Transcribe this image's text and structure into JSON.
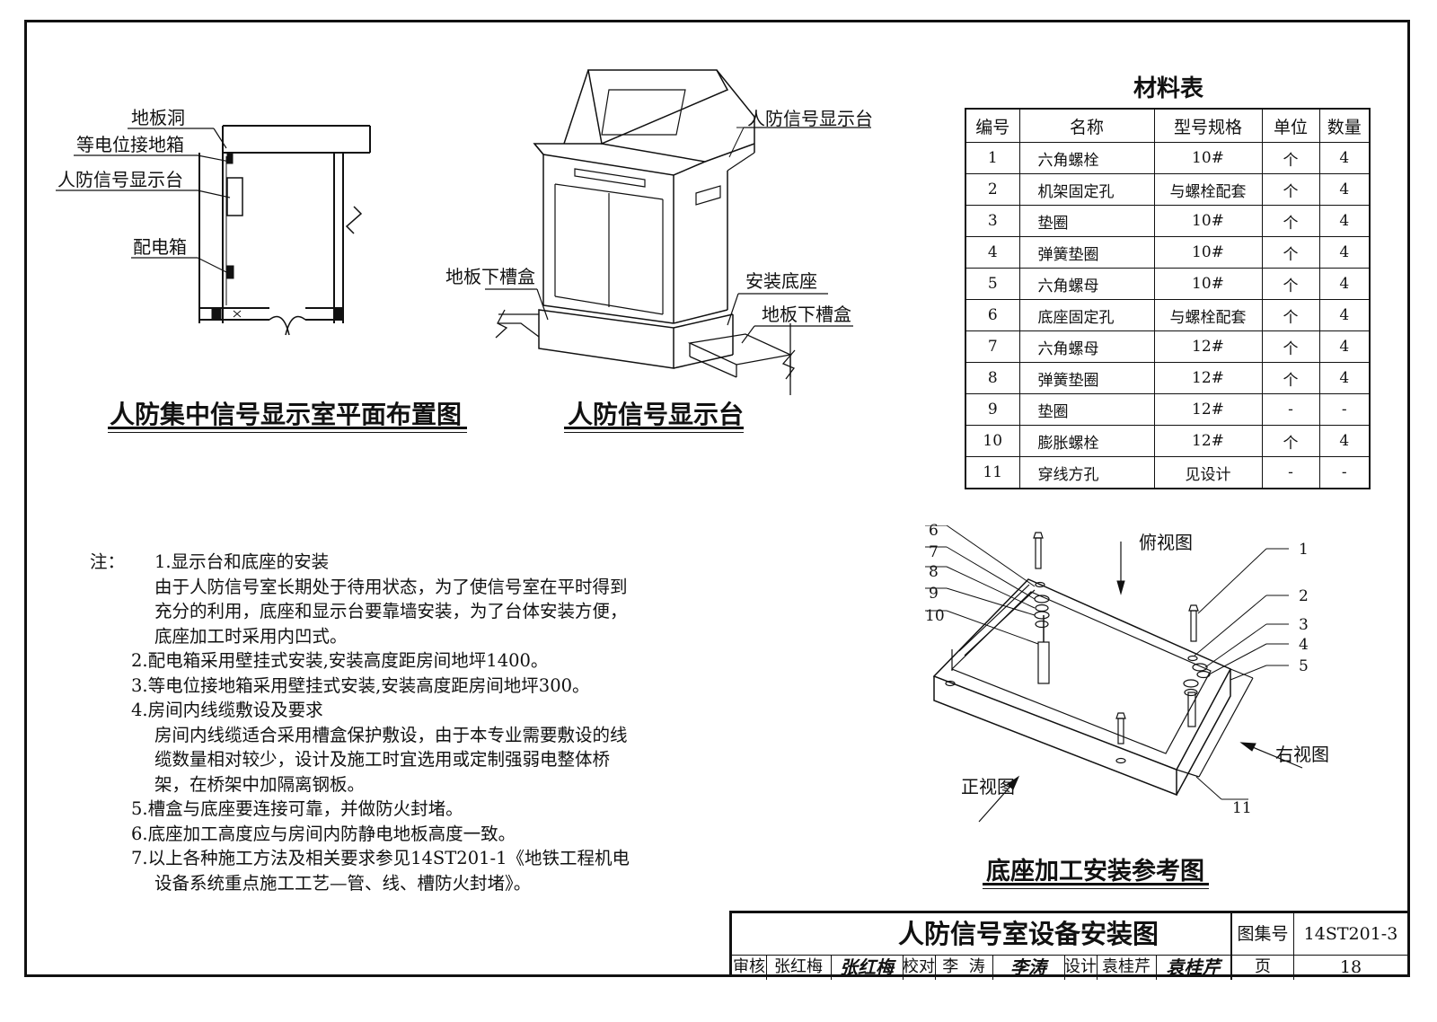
{
  "plan": {
    "labels": {
      "floor_hole": "地板洞",
      "equipotential_box": "等电位接地箱",
      "display_console": "人防信号显示台",
      "distribution_box": "配电箱"
    },
    "title": "人防集中信号显示室平面布置图"
  },
  "console": {
    "labels": {
      "display_console": "人防信号显示台",
      "underfloor_trough_left": "地板下槽盒",
      "mounting_base": "安装底座",
      "underfloor_trough_right": "地板下槽盒"
    },
    "title": "人防信号显示台"
  },
  "materials": {
    "title": "材料表",
    "headers": [
      "编号",
      "名称",
      "型号规格",
      "单位",
      "数量"
    ],
    "rows": [
      [
        "1",
        "六角螺栓",
        "10#",
        "个",
        "4"
      ],
      [
        "2",
        "机架固定孔",
        "与螺栓配套",
        "个",
        "4"
      ],
      [
        "3",
        "垫圈",
        "10#",
        "个",
        "4"
      ],
      [
        "4",
        "弹簧垫圈",
        "10#",
        "个",
        "4"
      ],
      [
        "5",
        "六角螺母",
        "10#",
        "个",
        "4"
      ],
      [
        "6",
        "底座固定孔",
        "与螺栓配套",
        "个",
        "4"
      ],
      [
        "7",
        "六角螺母",
        "12#",
        "个",
        "4"
      ],
      [
        "8",
        "弹簧垫圈",
        "12#",
        "个",
        "4"
      ],
      [
        "9",
        "垫圈",
        "12#",
        "-",
        "-"
      ],
      [
        "10",
        "膨胀螺栓",
        "12#",
        "个",
        "4"
      ],
      [
        "11",
        "穿线方孔",
        "见设计",
        "-",
        "-"
      ]
    ]
  },
  "base": {
    "view_labels": {
      "top": "俯视图",
      "right": "右视图",
      "front": "正视图"
    },
    "callouts": [
      "1",
      "2",
      "3",
      "4",
      "5",
      "6",
      "7",
      "8",
      "9",
      "10",
      "11"
    ],
    "title": "底座加工安装参考图"
  },
  "notes": {
    "prefix": "注：",
    "lines": [
      {
        "num": "1.",
        "text": "显示台和底座的安装"
      },
      {
        "num": "",
        "text": "由于人防信号室长期处于待用状态，为了使信号室在平时得到"
      },
      {
        "num": "",
        "text": "充分的利用，底座和显示台要靠墙安装，为了台体安装方便，"
      },
      {
        "num": "",
        "text": "底座加工时采用内凹式。"
      },
      {
        "num": "2.",
        "text": "配电箱采用壁挂式安装,安装高度距房间地坪1400。"
      },
      {
        "num": "3.",
        "text": "等电位接地箱采用壁挂式安装,安装高度距房间地坪300。"
      },
      {
        "num": "4.",
        "text": "房间内线缆敷设及要求"
      },
      {
        "num": "",
        "text": "房间内线缆适合采用槽盒保护敷设，由于本专业需要敷设的线"
      },
      {
        "num": "",
        "text": "缆数量相对较少，设计及施工时宜选用或定制强弱电整体桥"
      },
      {
        "num": "",
        "text": "架，在桥架中加隔离钢板。"
      },
      {
        "num": "5.",
        "text": "槽盒与底座要连接可靠，并做防火封堵。"
      },
      {
        "num": "6.",
        "text": "底座加工高度应与房间内防静电地板高度一致。"
      },
      {
        "num": "7.",
        "text": "以上各种施工方法及相关要求参见14ST201-1《地铁工程机电"
      },
      {
        "num": "",
        "text": "设备系统重点施工工艺—管、线、槽防火封堵》。"
      }
    ]
  },
  "title_block": {
    "drawing_title": "人防信号室设备安装图",
    "atlas_no_label": "图集号",
    "atlas_no": "14ST201-3",
    "review_label": "审核",
    "reviewer": "张红梅",
    "reviewer_sig": "张红梅",
    "check_label": "校对",
    "checker": "李  涛",
    "checker_sig": "李涛",
    "design_label": "设计",
    "designer": "袁桂芹",
    "designer_sig": "袁桂芹",
    "page_label": "页",
    "page": "18"
  }
}
